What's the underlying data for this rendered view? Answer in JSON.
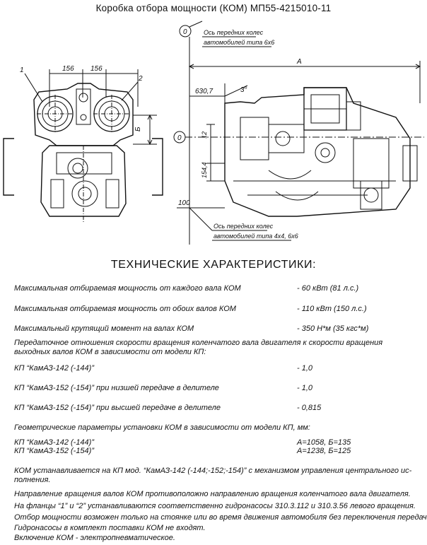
{
  "title": "Коробка отбора мощности (КОМ) МП55-4215010-11",
  "drawing": {
    "left": {
      "dim1": "156",
      "dim2": "156",
      "callout1": "1",
      "callout2": "2",
      "dim_b": "Б"
    },
    "right": {
      "axis_top_mark": "0",
      "axis_top_text_1": "Ось передних колес",
      "axis_top_text_2": "автомобилей типа 6х6",
      "dim_a": "А",
      "dim_630": "630,7",
      "angle": "3°",
      "axis_mark_0": "0",
      "dim_12": "12",
      "dim_154": "154,4",
      "dim_100": "100",
      "axis_bot_text_1": "Ось передних колес",
      "axis_bot_text_2": "автомобилей типа 4х4, 6х6"
    }
  },
  "heading": "ТЕХНИЧЕСКИЕ ХАРАКТЕРИСТИКИ:",
  "specs": [
    {
      "label": "Максимальная отбираемая мощность от каждого вала КОМ",
      "value": "- 60 кВт (81 л.с.)"
    },
    {
      "label": "Максимальная отбираемая мощность от обоих валов КОМ",
      "value": "- 110 кВт (150 л.с.)"
    },
    {
      "label": "Максимальный крутящий момент на валах КОМ",
      "value": "- 350 Н*м (35 кгс*м)"
    }
  ],
  "ratio_intro": "Передаточное отношения скорости вращения коленчатого вала двигателя к скорости вращения выходных валов КОМ в зависимости от модели КП:",
  "ratios": [
    {
      "label": "КП “КамАЗ-142 (-144)”",
      "value": "- 1,0"
    },
    {
      "label": "КП “КамАЗ-152 (-154)”  при низшей передаче в делителе",
      "value": "- 1,0"
    },
    {
      "label": "КП “КамАЗ-152 (-154)”  при  высшей передаче в делителе",
      "value": "- 0,815"
    }
  ],
  "geom_intro": "Геометрические параметры установки КОМ в зависимости от модели КП, мм:",
  "geom": [
    {
      "label": "КП “КамАЗ-142 (-144)”",
      "value": "А=1058,  Б=135"
    },
    {
      "label": "КП “КамАЗ-152 (-154)”",
      "value": "А=1238,  Б=125"
    }
  ],
  "notes": {
    "install": "КОМ устанавливается на КП мод. “КамАЗ-142 (-144;-152;-154)” с механизмом управления центрального ис-полнения.",
    "direction": "Направление вращения валов  КОМ противоположно  направлению вращения коленчатого вала двигателя.",
    "flanges": "На фланцы  “1” и “2”  устанавливаются соответственно гидронасосы  310.3.112 и 310.3.56  левого вращения.",
    "mode": "Отбор мощности возможен только на стоянке или во время движения автомобиля без переключения передач.",
    "delivery": "Гидронасосы в комплект поставки  КОМ  не входят.",
    "engage": "Включение КОМ - электропневматическое."
  }
}
